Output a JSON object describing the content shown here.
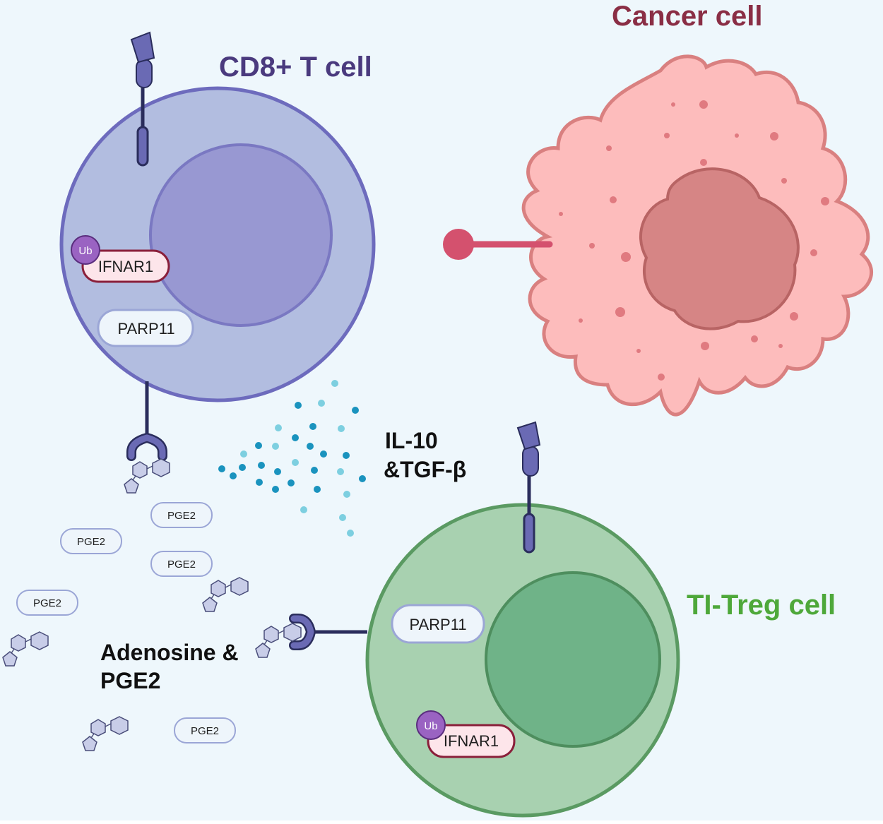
{
  "colors": {
    "background": "#eef7fc",
    "cd8_outer": "#b2bde0",
    "cd8_border": "#6d6bbd",
    "cd8_nucleus": "#9898d2",
    "cancel_body": "#fdbcbc",
    "cancer_border": "#d98080",
    "cancer_nucleus": "#d68585",
    "treg_outer": "#a8d1b0",
    "treg_border": "#5a9a62",
    "treg_nucleus": "#6fb388",
    "receptor": "#6a6ab4",
    "stalk": "#2a2d5c",
    "ligand": "#d4516e",
    "ub": "#9a63c2",
    "ifnar_fill": "#fde5ea",
    "ifnar_border": "#8a1f3a",
    "parp_fill": "#eef5fb",
    "parp_border": "#9ba6d6",
    "cytokine_dark": "#1a93be",
    "cytokine_light": "#7dcfe0",
    "molecule": "#c8cde8",
    "molecule_border": "#4a4e7a"
  },
  "cells": {
    "cd8": {
      "title": "CD8+ T cell",
      "title_color": "#4a3a7e"
    },
    "cancer": {
      "title": "Cancer cell",
      "title_color": "#8a2e45"
    },
    "treg": {
      "title": "TI-Treg cell",
      "title_color": "#4ea83a"
    }
  },
  "proteins": {
    "ub": "Ub",
    "ifnar1": "IFNAR1",
    "parp11": "PARP11"
  },
  "labels": {
    "cytokines_line1": "IL-10",
    "cytokines_line2": "&TGF-β",
    "adenosine_line1": "Adenosine &",
    "adenosine_line2": "PGE2",
    "pge2": "PGE2"
  },
  "icons": [
    "receptor-icon",
    "antibody-receptor-icon",
    "adenosine-molecule-icon",
    "ligand-icon",
    "cytokine-dot-icon"
  ]
}
